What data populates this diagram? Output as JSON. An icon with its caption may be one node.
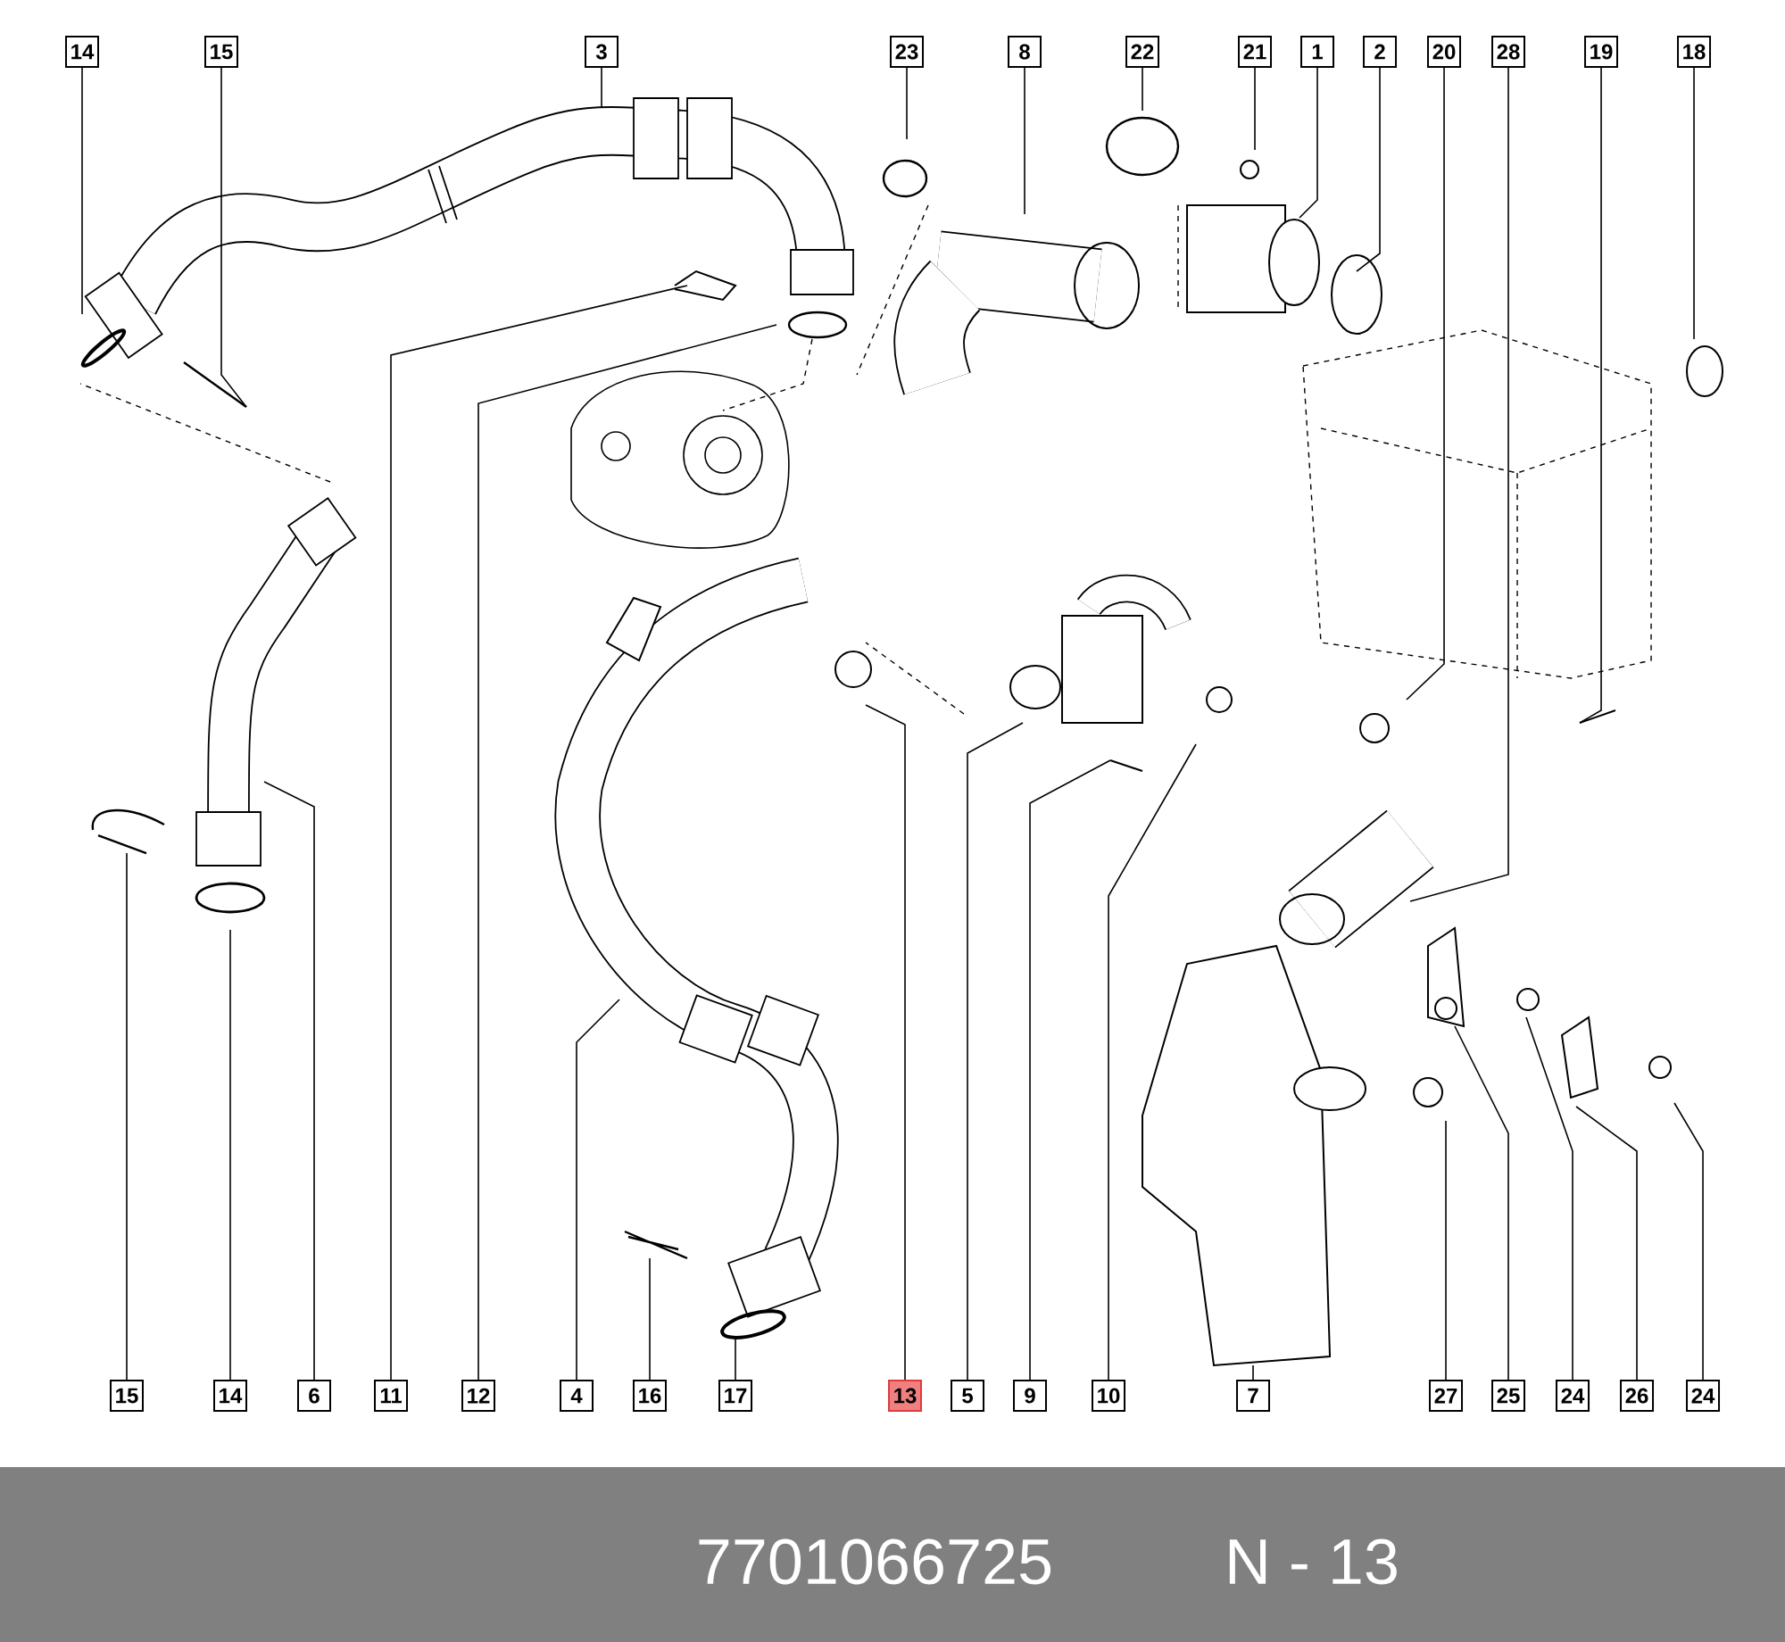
{
  "diagram": {
    "nodes": [
      {
        "text": [
          "14"
        ]
      },
      {
        "text": [
          "15"
        ]
      },
      {
        "text": [
          "3"
        ]
      },
      {
        "text": [
          "23"
        ]
      },
      {
        "text": [
          "8"
        ]
      },
      {
        "text": [
          "22"
        ]
      },
      {
        "text": [
          "21"
        ]
      },
      {
        "text": [
          "1"
        ]
      },
      {
        "text": [
          "2"
        ]
      },
      {
        "text": [
          "20"
        ]
      },
      {
        "text": [
          "28"
        ]
      },
      {
        "text": [
          "19"
        ]
      },
      {
        "text": [
          "18"
        ]
      },
      {
        "text": [
          "15"
        ]
      },
      {
        "text": [
          "14"
        ]
      },
      {
        "text": [
          "6"
        ]
      },
      {
        "text": [
          "11"
        ]
      },
      {
        "text": [
          "12"
        ]
      },
      {
        "text": [
          "4"
        ]
      },
      {
        "text": [
          "16"
        ]
      },
      {
        "text": [
          "17"
        ]
      },
      {
        "text": [
          "13"
        ]
      },
      {
        "text": [
          "5"
        ]
      },
      {
        "text": [
          "9"
        ]
      },
      {
        "text": [
          "10"
        ]
      },
      {
        "text": [
          "7"
        ]
      },
      {
        "text": [
          "27"
        ]
      },
      {
        "text": [
          "25"
        ]
      },
      {
        "text": [
          "24"
        ]
      },
      {
        "text": [
          "26"
        ]
      },
      {
        "text": [
          "24"
        ]
      }
    ],
    "edges": [
      {
        "from": 0,
        "to": null,
        "arrow": "none"
      },
      {
        "from": 1,
        "to": null,
        "arrow": "none"
      },
      {
        "from": 2,
        "to": null,
        "arrow": "none"
      },
      {
        "from": 3,
        "to": null,
        "arrow": "none"
      },
      {
        "from": 4,
        "to": null,
        "arrow": "none"
      },
      {
        "from": 5,
        "to": null,
        "arrow": "none"
      },
      {
        "from": 6,
        "to": null,
        "arrow": "none"
      },
      {
        "from": 7,
        "to": null,
        "arrow": "none"
      },
      {
        "from": 8,
        "to": null,
        "arrow": "none"
      },
      {
        "from": 9,
        "to": null,
        "arrow": "none"
      },
      {
        "from": 10,
        "to": null,
        "arrow": "none"
      },
      {
        "from": 11,
        "to": null,
        "arrow": "none"
      },
      {
        "from": 12,
        "to": null,
        "arrow": "none"
      },
      {
        "from": 13,
        "to": null,
        "arrow": "none"
      },
      {
        "from": 14,
        "to": null,
        "arrow": "none"
      },
      {
        "from": 15,
        "to": null,
        "arrow": "none"
      },
      {
        "from": 16,
        "to": null,
        "arrow": "none"
      },
      {
        "from": 17,
        "to": null,
        "arrow": "none"
      },
      {
        "from": 18,
        "to": null,
        "arrow": "none"
      },
      {
        "from": 19,
        "to": null,
        "arrow": "none"
      },
      {
        "from": 20,
        "to": null,
        "arrow": "none"
      },
      {
        "from": 21,
        "to": null,
        "arrow": "none"
      },
      {
        "from": 22,
        "to": null,
        "arrow": "none"
      },
      {
        "from": 23,
        "to": null,
        "arrow": "none"
      },
      {
        "from": 24,
        "to": null,
        "arrow": "none"
      },
      {
        "from": 25,
        "to": null,
        "arrow": "none"
      },
      {
        "from": 26,
        "to": null,
        "arrow": "none"
      },
      {
        "from": 27,
        "to": null,
        "arrow": "none"
      },
      {
        "from": 28,
        "to": null,
        "arrow": "none"
      },
      {
        "from": 29,
        "to": null,
        "arrow": "none"
      },
      {
        "from": 30,
        "to": null,
        "arrow": "none"
      }
    ],
    "labels": [
      "7701066725",
      "N - 13"
    ]
  }
}
